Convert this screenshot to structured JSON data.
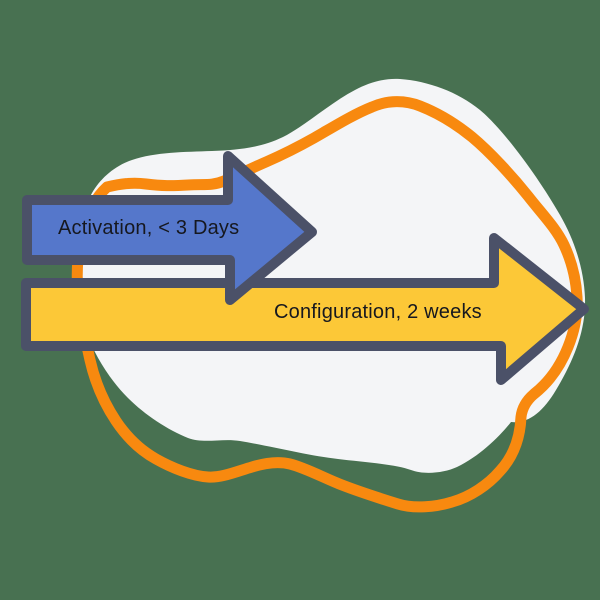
{
  "diagram": {
    "type": "timeline-arrows",
    "arrows": [
      {
        "id": "activation",
        "label": "Activation, < 3 Days",
        "fill": "#5577CB"
      },
      {
        "id": "configuration",
        "label": "Configuration, 2 weeks",
        "fill": "#FCC837"
      }
    ]
  },
  "colors": {
    "bg": "#487151",
    "blob-fill": "#F4F5F7",
    "blob-stroke": "#F8890F",
    "outline": "#4B5168",
    "blue": "#5577CB",
    "yellow": "#FCC837",
    "text": "#16181F"
  }
}
